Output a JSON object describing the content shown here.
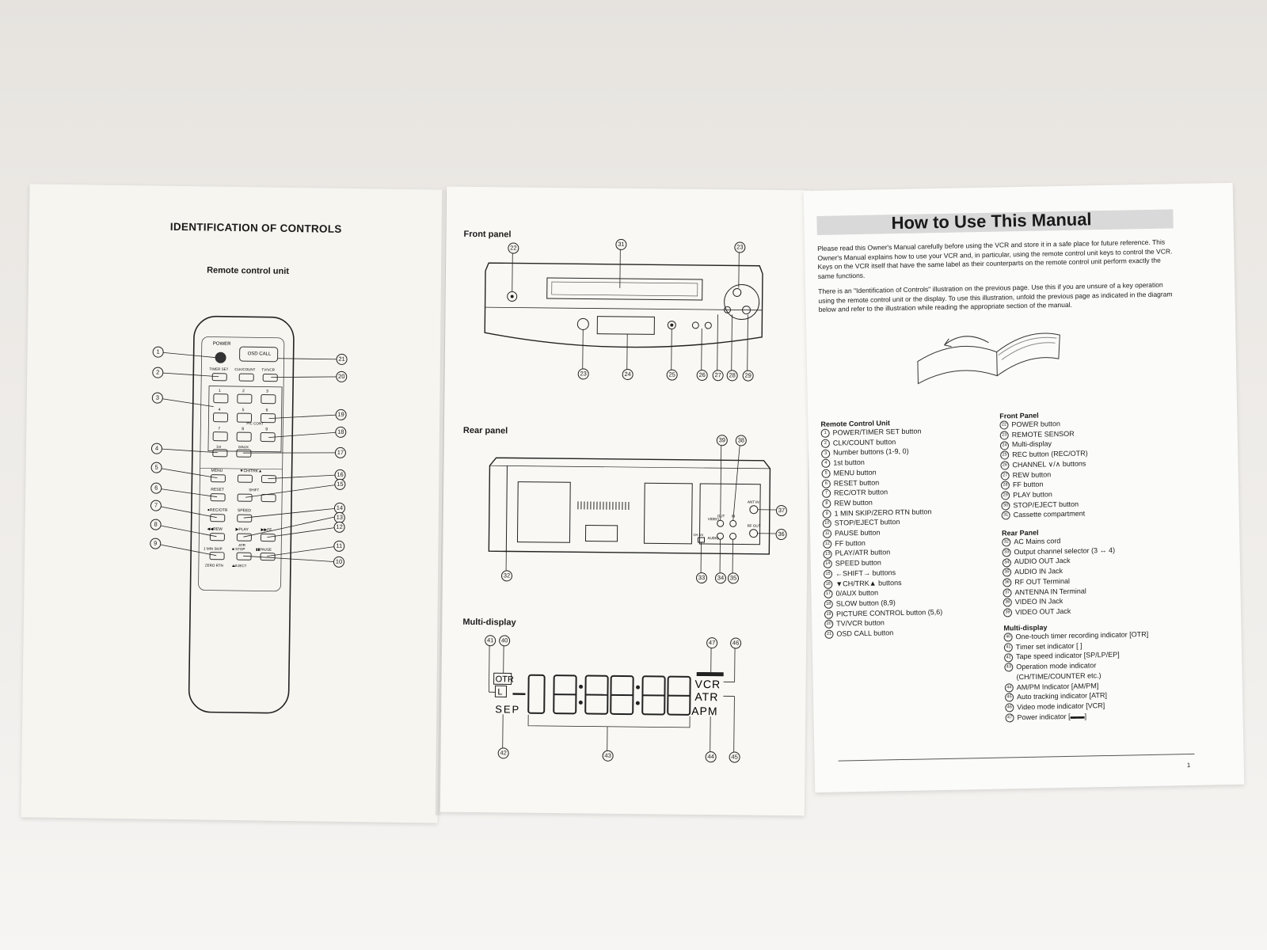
{
  "left_page": {
    "title": "IDENTIFICATION OF CONTROLS",
    "subtitle": "Remote control unit",
    "remote_labels": {
      "power": "POWER",
      "osd_call": "OSD CALL",
      "timer_set": "TIMER SET",
      "clk_count": "CLK/COUNT",
      "tv_vcr": "TV/VCR",
      "digits": [
        "1",
        "2",
        "3",
        "4",
        "5",
        "6",
        "7",
        "8",
        "9"
      ],
      "pic_cont": "PIC CONT",
      "first_btn": "1st",
      "zero_aux": "0/AUX",
      "menu": "MENU",
      "ch_trk": "▼CH/TRK▲",
      "reset": "RESET",
      "shift": "SHIFT",
      "rec_otr": "●REC/OTR",
      "speed": "SPEED",
      "rew": "◀◀REW",
      "play": "▶PLAY",
      "ff": "▶▶FF",
      "atr": "ATR",
      "min_skip": "1 MIN SKIP",
      "stop": "■ STOP",
      "pause": "▮▮PAUSE",
      "zero_rtn": "ZERO RTN",
      "eject": "⏏EJECT"
    },
    "left_callouts": [
      "1",
      "2",
      "3",
      "4",
      "5",
      "6",
      "7",
      "8",
      "9"
    ],
    "right_callouts": [
      "21",
      "20",
      "19",
      "18",
      "17",
      "16",
      "15",
      "14",
      "13",
      "12",
      "11",
      "10"
    ]
  },
  "middle_page": {
    "front_panel_label": "Front panel",
    "front_callouts": {
      "top": [
        "22",
        "31",
        "23"
      ],
      "bottom": [
        "23",
        "24",
        "25",
        "26",
        "27",
        "28",
        "29"
      ]
    },
    "rear_panel_label": "Rear panel",
    "rear_labels": {
      "video": "VIDEO",
      "audio": "AUDIO",
      "out": "OUT",
      "in": "IN",
      "ant_in": "ANT IN",
      "rf_out": "RF OUT",
      "ch": "CH 3/4"
    },
    "rear_callouts": {
      "top": [
        "39",
        "38"
      ],
      "right": [
        "37",
        "36"
      ],
      "bottom": [
        "32",
        "33",
        "34",
        "35"
      ]
    },
    "multi_display_label": "Multi-display",
    "display_text": {
      "otr": "OTR",
      "l": "L",
      "sep": "SEP",
      "vcr": "VCR",
      "atr": "ATR",
      "apm": "APM"
    },
    "display_callouts": {
      "top": [
        "41",
        "40",
        "47",
        "46"
      ],
      "bottom": [
        "42",
        "43",
        "44",
        "45"
      ]
    }
  },
  "right_page": {
    "title": "How to Use This Manual",
    "paragraph1": "Please read this Owner's Manual carefully before using the VCR and store it in a safe place for future reference. This Owner's Manual explains how to use your VCR and, in particular, using the remote control unit keys to control the VCR. Keys on the VCR itself that have the same label as their counterparts on the remote control unit perform exactly the same functions.",
    "paragraph2": "There is an \"Identification of Controls\" illustration on the previous page. Use this if you are unsure of a key operation using the remote control unit or the display. To use this illustration, unfold the previous page as indicated in the diagram below and refer to the illustration while reading the appropriate section of the manual.",
    "remote_control_unit": {
      "heading": "Remote Control Unit",
      "items": [
        {
          "n": "1",
          "t": "POWER/TIMER SET button"
        },
        {
          "n": "2",
          "t": "CLK/COUNT button"
        },
        {
          "n": "3",
          "t": "Number buttons (1-9, 0)"
        },
        {
          "n": "4",
          "t": "1st button"
        },
        {
          "n": "5",
          "t": "MENU button"
        },
        {
          "n": "6",
          "t": "RESET button"
        },
        {
          "n": "7",
          "t": "REC/OTR button"
        },
        {
          "n": "8",
          "t": "REW button"
        },
        {
          "n": "9",
          "t": "1 MIN SKIP/ZERO RTN button"
        },
        {
          "n": "10",
          "t": "STOP/EJECT button"
        },
        {
          "n": "11",
          "t": "PAUSE button"
        },
        {
          "n": "12",
          "t": "FF button"
        },
        {
          "n": "13",
          "t": "PLAY/ATR button"
        },
        {
          "n": "14",
          "t": "SPEED button"
        },
        {
          "n": "15",
          "t": "←SHIFT→ buttons"
        },
        {
          "n": "16",
          "t": "▼CH/TRK▲ buttons"
        },
        {
          "n": "17",
          "t": "0/AUX button"
        },
        {
          "n": "18",
          "t": "SLOW button (8,9)"
        },
        {
          "n": "19",
          "t": "PICTURE CONTROL button (5,6)"
        },
        {
          "n": "20",
          "t": "TV/VCR button"
        },
        {
          "n": "21",
          "t": "OSD CALL button"
        }
      ]
    },
    "front_panel": {
      "heading": "Front Panel",
      "items": [
        {
          "n": "22",
          "t": "POWER button"
        },
        {
          "n": "23",
          "t": "REMOTE SENSOR"
        },
        {
          "n": "24",
          "t": "Multi-display"
        },
        {
          "n": "25",
          "t": "REC button (REC/OTR)"
        },
        {
          "n": "26",
          "t": "CHANNEL ∨/∧ buttons"
        },
        {
          "n": "27",
          "t": "REW button"
        },
        {
          "n": "28",
          "t": "FF button"
        },
        {
          "n": "29",
          "t": "PLAY button"
        },
        {
          "n": "30",
          "t": "STOP/EJECT button"
        },
        {
          "n": "31",
          "t": "Cassette compartment"
        }
      ]
    },
    "rear_panel": {
      "heading": "Rear Panel",
      "items": [
        {
          "n": "32",
          "t": "AC Mains cord"
        },
        {
          "n": "33",
          "t": "Output channel selector (3 ↔ 4)"
        },
        {
          "n": "34",
          "t": "AUDIO OUT Jack"
        },
        {
          "n": "35",
          "t": "AUDIO IN Jack"
        },
        {
          "n": "36",
          "t": "RF OUT Terminal"
        },
        {
          "n": "37",
          "t": "ANTENNA IN Terminal"
        },
        {
          "n": "38",
          "t": "VIDEO IN Jack"
        },
        {
          "n": "39",
          "t": "VIDEO OUT Jack"
        }
      ]
    },
    "multi_display": {
      "heading": "Multi-display",
      "items": [
        {
          "n": "40",
          "t": "One-touch timer recording indicator [OTR]"
        },
        {
          "n": "41",
          "t": "Timer set indicator [ ]"
        },
        {
          "n": "42",
          "t": "Tape speed indicator [SP/LP/EP]"
        },
        {
          "n": "43",
          "t": "Operation mode indicator"
        },
        {
          "n": "",
          "t": "(CH/TIME/COUNTER etc.)"
        },
        {
          "n": "44",
          "t": "AM/PM Indicator [AM/PM]"
        },
        {
          "n": "45",
          "t": "Auto tracking indicator [ATR]"
        },
        {
          "n": "46",
          "t": "Video mode indicator [VCR]"
        },
        {
          "n": "47",
          "t": "Power indicator [▬▬]"
        }
      ]
    },
    "page_number": "1"
  }
}
